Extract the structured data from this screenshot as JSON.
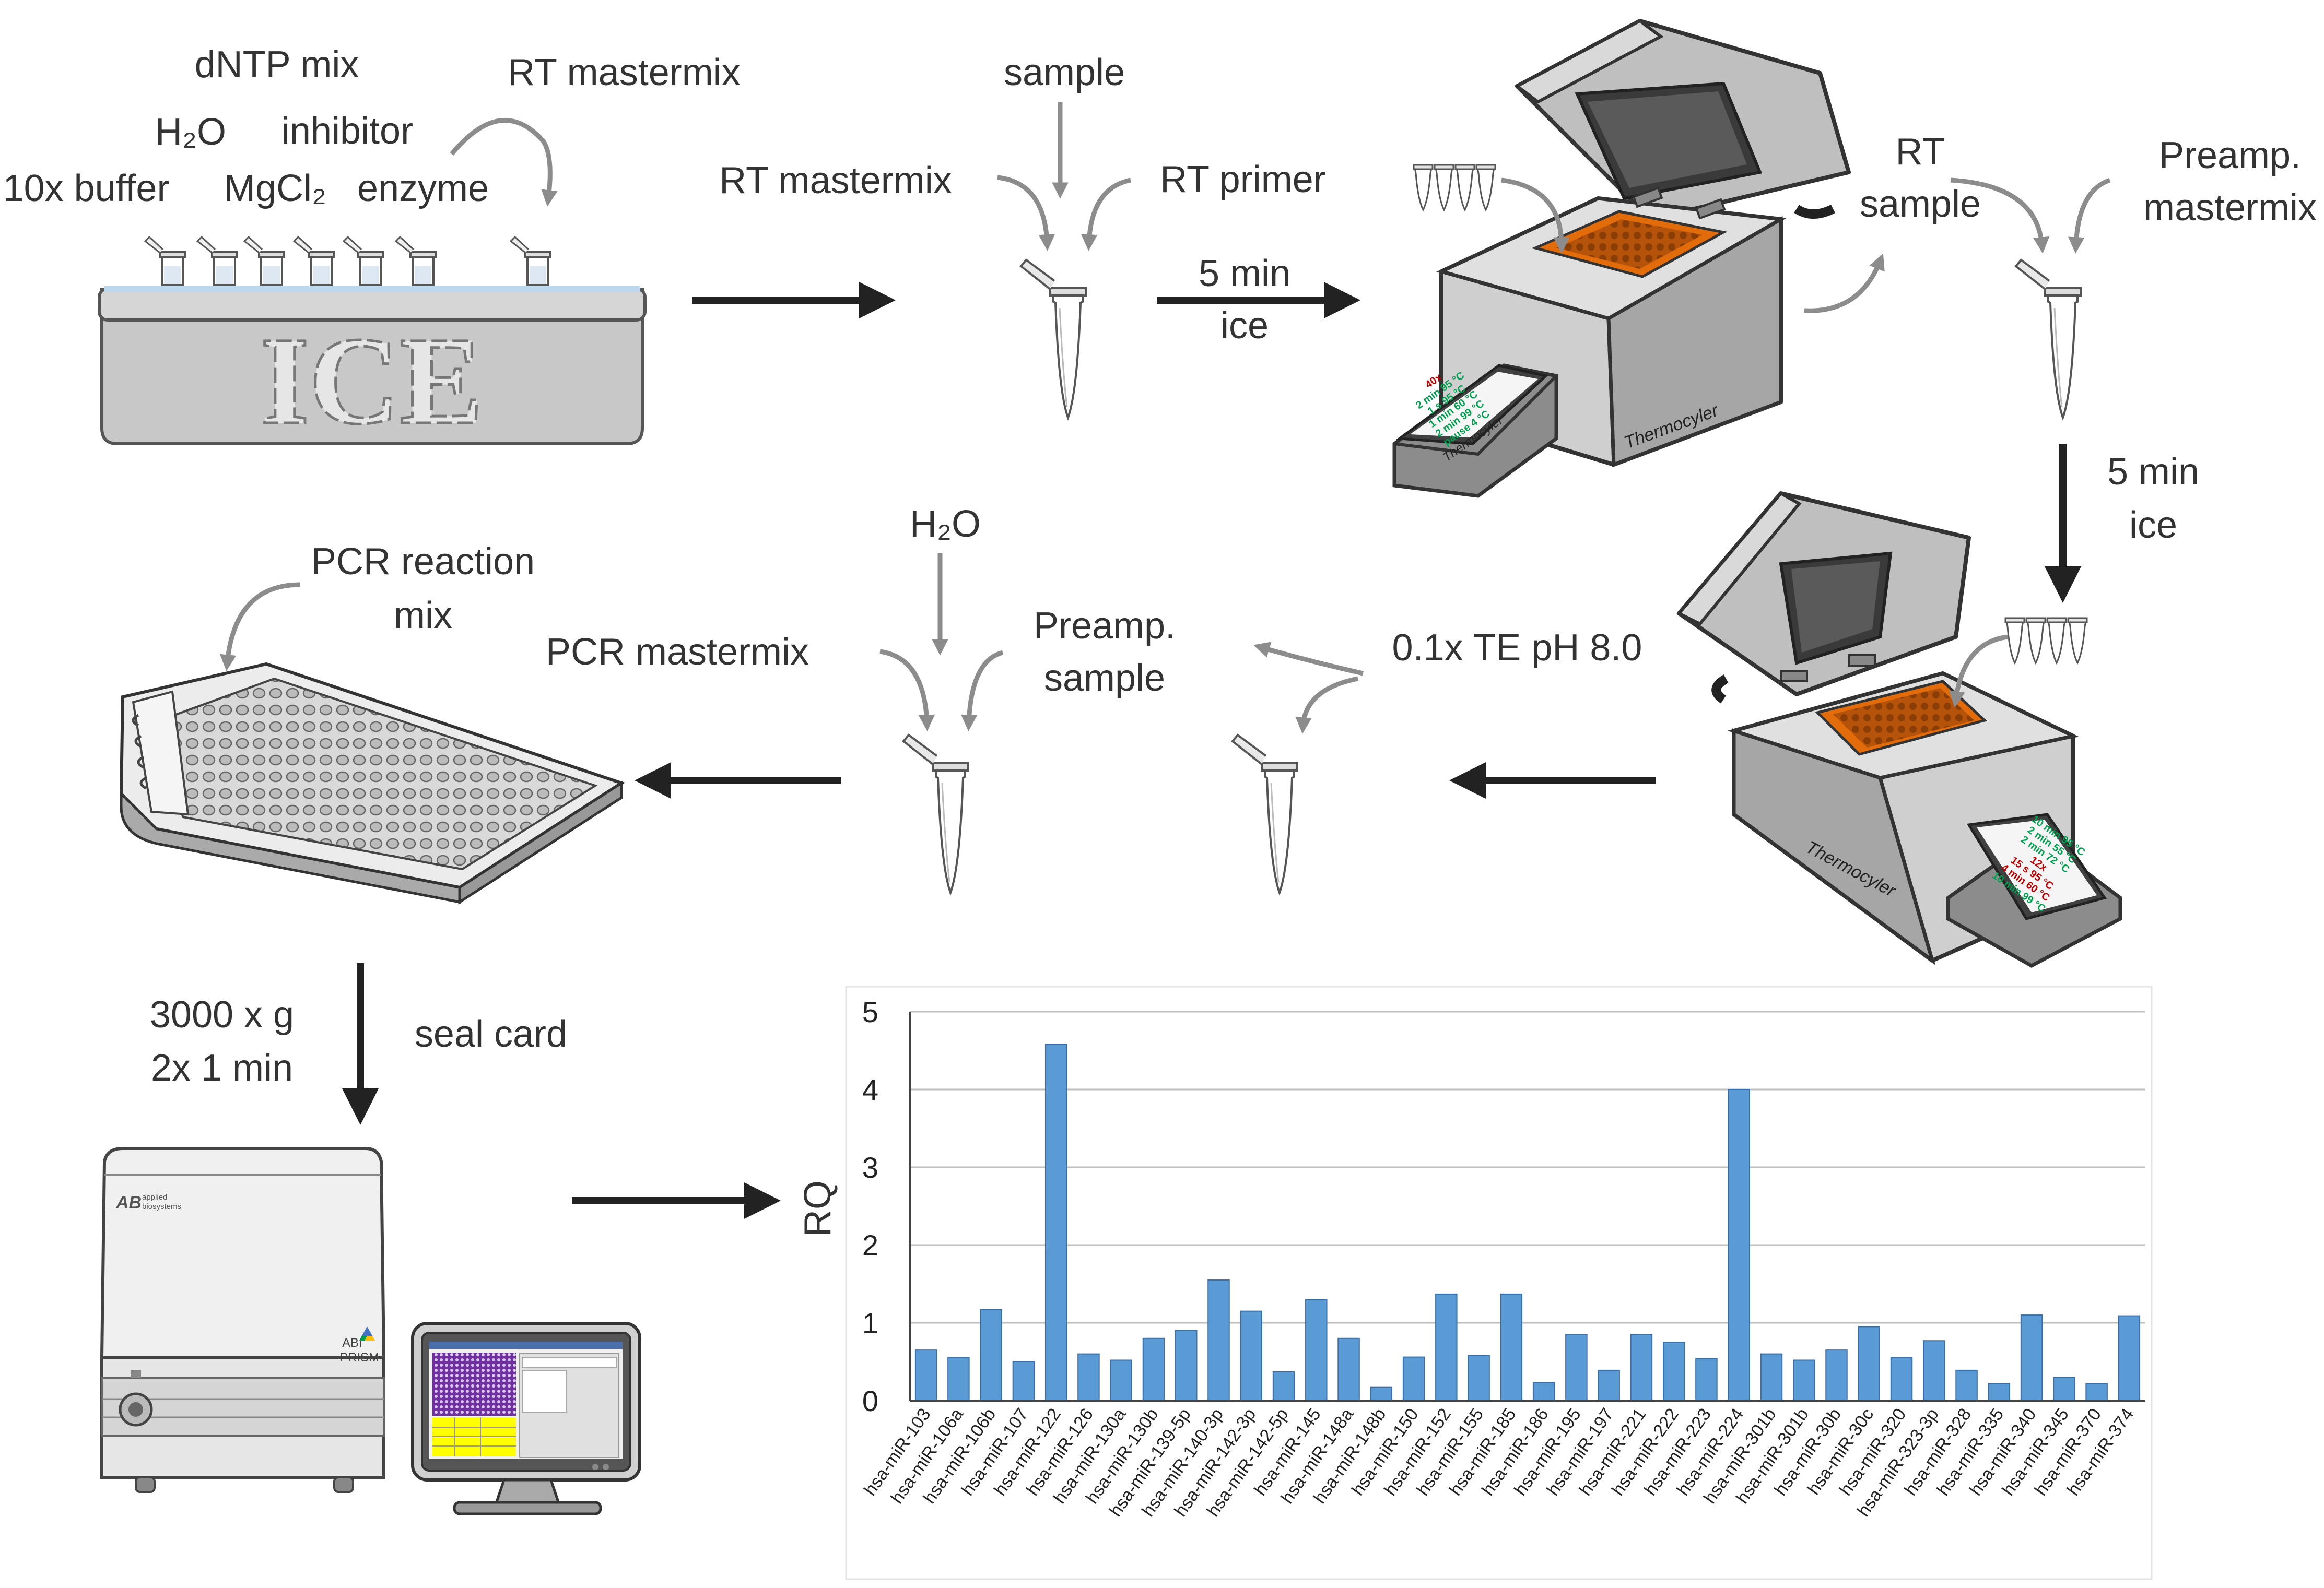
{
  "labels": {
    "dntp": "dNTP mix",
    "rt_mastermix_top": "RT mastermix",
    "h2o_top": "H₂O",
    "inhibitor": "inhibitor",
    "buffer": "10x buffer",
    "mgcl2": "MgCl₂",
    "enzyme": "enzyme",
    "ice_label": "ICE",
    "sample": "sample",
    "rt_mastermix": "RT mastermix",
    "rt_primer": "RT primer",
    "five_min_1": "5 min",
    "ice_1": "ice",
    "rt": "RT",
    "rt_sample": "sample",
    "preamp": "Preamp.",
    "preamp_mastermix": "mastermix",
    "five_min_2": "5 min",
    "ice_2": "ice",
    "pcr_reaction": "PCR reaction",
    "pcr_mix": "mix",
    "h2o_mid": "H₂O",
    "pcr_mastermix": "PCR mastermix",
    "preamp_sample_1": "Preamp.",
    "preamp_sample_2": "sample",
    "te_buffer": "0.1x TE pH 8.0",
    "spin_1": "3000 x g",
    "spin_2": "2x 1 min",
    "seal_card": "seal card",
    "thermocyler_1": "Thermocyler",
    "thermocyler_2": "Thermocyler",
    "brand_1": "applied",
    "brand_2": "biosystems",
    "abi": "ABI",
    "prism": "PRISM"
  },
  "thermo_screen_1": [
    "40x",
    "2 min 95 °C",
    "1 s 95 °C",
    "1 min 60 °C",
    "2 min 99 °C",
    "pause 4 °C"
  ],
  "thermo_screen_2": [
    "10 min 95 °C",
    "2 min 55 °C",
    "2 min 72 °C",
    "12x",
    "15 s 95 °C",
    "4 min 60 °C",
    "10 min 99 °C"
  ],
  "colors": {
    "bar": "#5b9bd5",
    "arrow_dark": "#222222",
    "arrow_gray": "#8c8c8c",
    "device_gray": "#c8c8c8",
    "block_orange": "#e36c0a",
    "ice_blue": "#bdd7ee"
  },
  "chart_data": {
    "type": "bar",
    "ylabel": "RQ",
    "xlabel": "",
    "title": "",
    "ylim": [
      0,
      5
    ],
    "yticks": [
      0,
      1,
      2,
      3,
      4,
      5
    ],
    "grid": true,
    "categories": [
      "hsa-miR-103",
      "hsa-miR-106a",
      "hsa-miR-106b",
      "hsa-miR-107",
      "hsa-miR-122",
      "hsa-miR-126",
      "hsa-miR-130a",
      "hsa-miR-130b",
      "hsa-miR-139-5p",
      "hsa-miR-140-3p",
      "hsa-miR-142-3p",
      "hsa-miR-142-5p",
      "hsa-miR-145",
      "hsa-miR-148a",
      "hsa-miR-148b",
      "hsa-miR-150",
      "hsa-miR-152",
      "hsa-miR-155",
      "hsa-miR-185",
      "hsa-miR-186",
      "hsa-miR-195",
      "hsa-miR-197",
      "hsa-miR-221",
      "hsa-miR-222",
      "hsa-miR-223",
      "hsa-miR-224",
      "hsa-miR-301b",
      "hsa-miR-301b",
      "hsa-miR-30b",
      "hsa-miR-30c",
      "hsa-miR-320",
      "hsa-miR-323-3p",
      "hsa-miR-328",
      "hsa-miR-335",
      "hsa-miR-340",
      "hsa-miR-345",
      "hsa-miR-370",
      "hsa-miR-374"
    ],
    "values": [
      0.65,
      0.55,
      1.17,
      0.5,
      4.58,
      0.6,
      0.52,
      0.8,
      0.9,
      1.55,
      1.15,
      0.37,
      1.3,
      0.8,
      0.17,
      0.56,
      1.37,
      0.58,
      1.37,
      0.23,
      0.85,
      0.39,
      0.85,
      0.75,
      0.54,
      4.0,
      0.6,
      0.52,
      0.65,
      0.95,
      0.55,
      0.77,
      0.39,
      0.22,
      1.1,
      0.3,
      0.22,
      1.09
    ]
  }
}
